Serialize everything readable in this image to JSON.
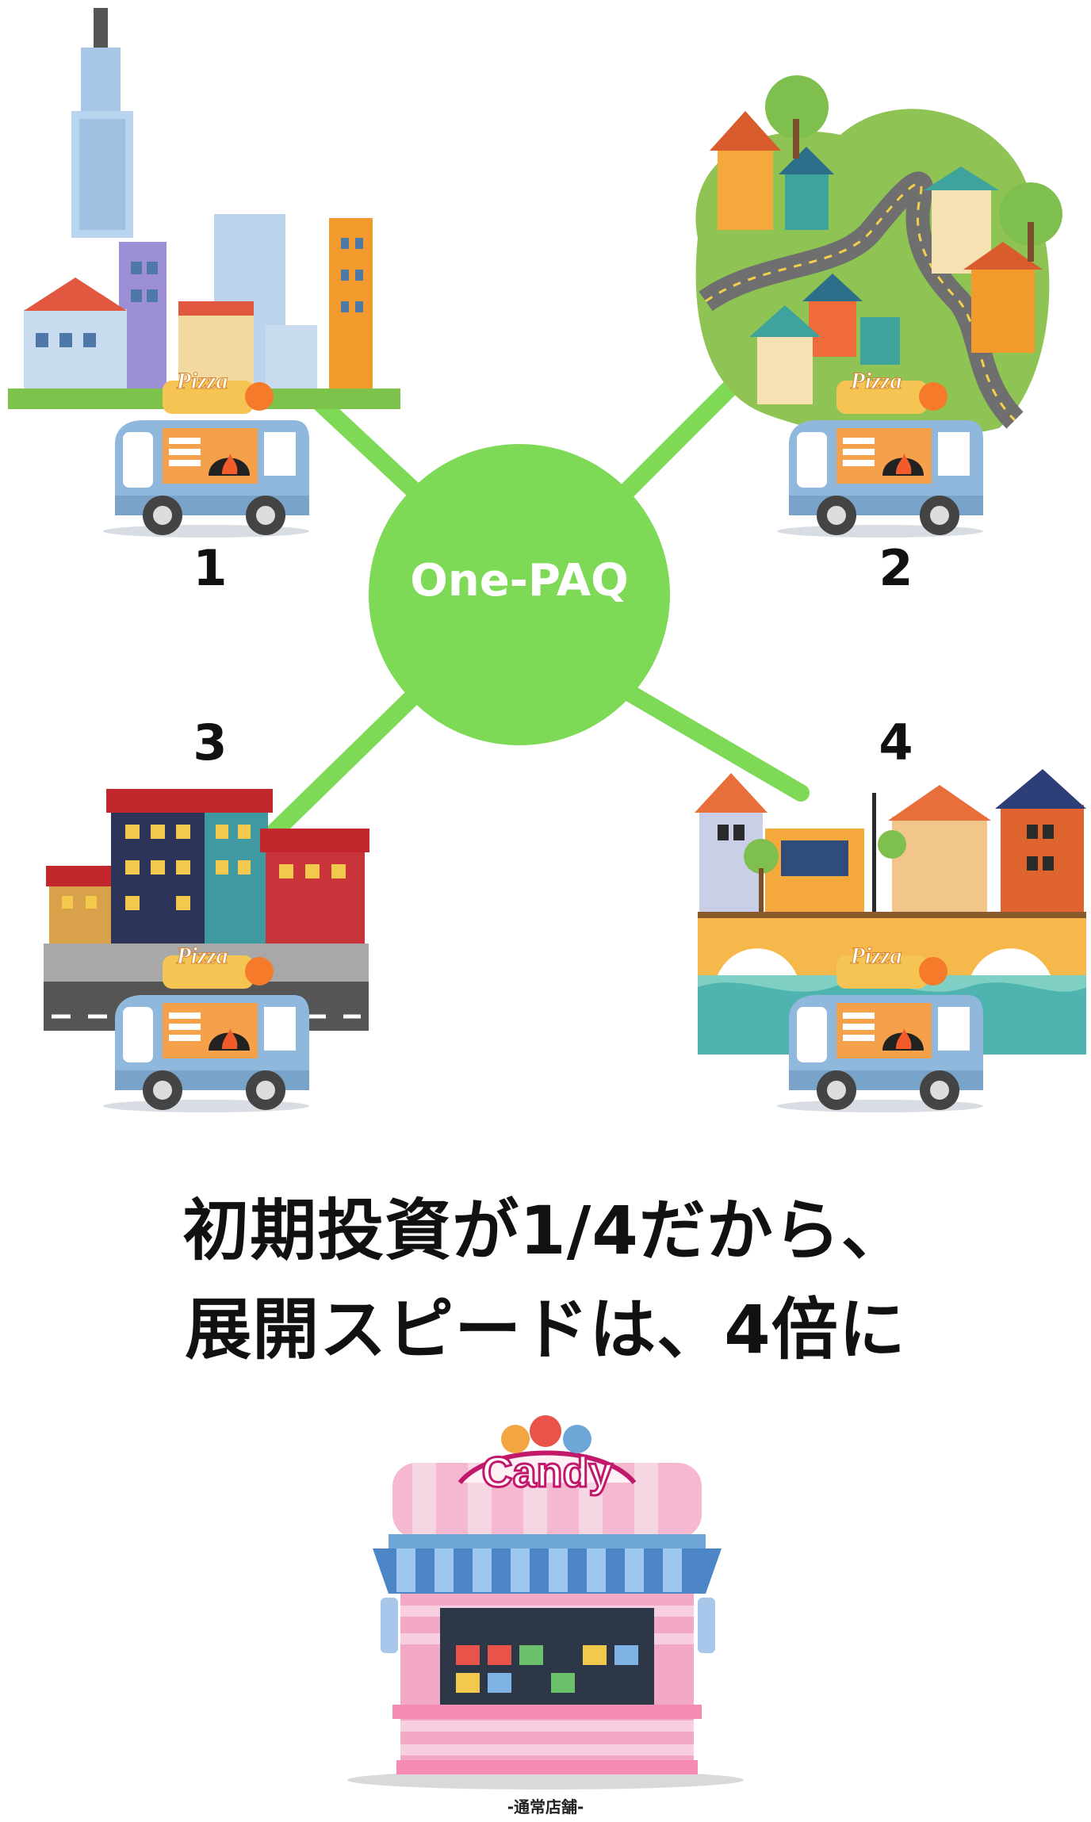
{
  "hub": {
    "label": "One-PAQ",
    "color": "#7ed957"
  },
  "nodes": [
    {
      "number": "1",
      "scene": "city-skyscrapers",
      "truck_sign": "Pizza"
    },
    {
      "number": "2",
      "scene": "hillside-village",
      "truck_sign": "Pizza"
    },
    {
      "number": "3",
      "scene": "row-houses-street",
      "truck_sign": "Pizza"
    },
    {
      "number": "4",
      "scene": "riverside-bridge",
      "truck_sign": "Pizza"
    }
  ],
  "headline": {
    "line1": "初期投資が1/4だから、",
    "line2": "展開スピードは、4倍に"
  },
  "shop": {
    "sign": "Candy",
    "caption": "-通常店舗-"
  },
  "colors": {
    "connector": "#7ed957",
    "truck_body": "#8fb8dc",
    "truck_panel": "#f5a04a",
    "sign": "#f6c453"
  }
}
